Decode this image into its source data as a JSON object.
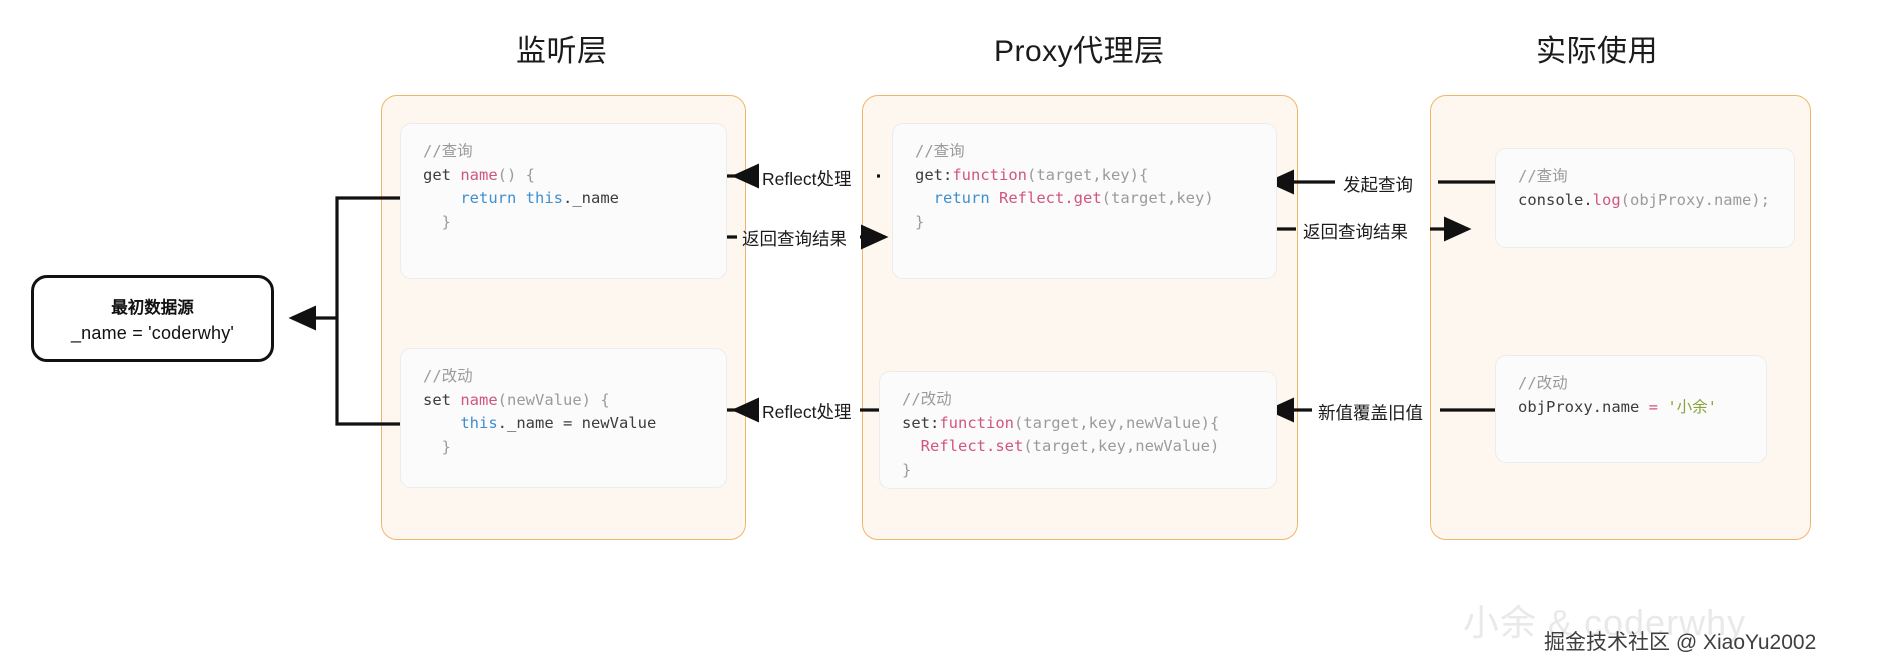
{
  "diagram": {
    "titles": {
      "listen_layer": "监听层",
      "proxy_layer": "Proxy代理层",
      "actual_usage": "实际使用"
    },
    "source_node": {
      "line1": "最初数据源",
      "line2": "_name = 'coderwhy'"
    },
    "code_blocks": {
      "listen_get": {
        "comment": "//查询",
        "l1_kw": "get",
        "l1_name": "name",
        "l1_tail": "() {",
        "l2_kw": "return",
        "l2_this": "this",
        "l2_tail": "._name",
        "l3": "}"
      },
      "listen_set": {
        "comment": "//改动",
        "l1_kw": "set",
        "l1_name": "name",
        "l1_tail": "(newValue) {",
        "l2_this": "this",
        "l2_tail": "._name = newValue",
        "l3": "}"
      },
      "proxy_get": {
        "comment": "//查询",
        "l1_kw": "get:",
        "l1_fn": "function",
        "l1_tail": "(target,key){",
        "l2_kw": "return",
        "l2_fn": "Reflect.get",
        "l2_tail": "(target,key)",
        "l3": "}"
      },
      "proxy_set": {
        "comment": "//改动",
        "l1_kw": "set:",
        "l1_fn": "function",
        "l1_tail": "(target,key,newValue){",
        "l2_fn": "Reflect.set",
        "l2_tail": "(target,key,newValue)",
        "l3": "}"
      },
      "usage_get": {
        "comment": "//查询",
        "l1_obj": "console.",
        "l1_fn": "log",
        "l1_tail": "(objProxy.name);"
      },
      "usage_set": {
        "comment": "//改动",
        "l1_obj": "objProxy.name ",
        "l1_eq": "= ",
        "l1_str": "'小余'"
      }
    },
    "wire_labels": {
      "reflect_handle_get": "Reflect处理",
      "return_query_result_left": "返回查询结果",
      "reflect_handle_set": "Reflect处理",
      "send_query": "发起查询",
      "return_query_result_right": "返回查询结果",
      "new_value_overwrite": "新值覆盖旧值"
    },
    "watermarks": {
      "faint": "小余 & coderwhy",
      "credit": "掘金技术社区 @ XiaoYu2002"
    },
    "colors": {
      "panel_border": "#f2b56a",
      "panel_fill": "#fdf7ef",
      "code_card_fill": "#fbfbfb",
      "keyword_pink": "#d1567f",
      "keyword_blue": "#3f8fd0",
      "comment_gray": "#9b9b9b",
      "string_olive": "#8aa33a",
      "arrow_black": "#111111"
    }
  }
}
